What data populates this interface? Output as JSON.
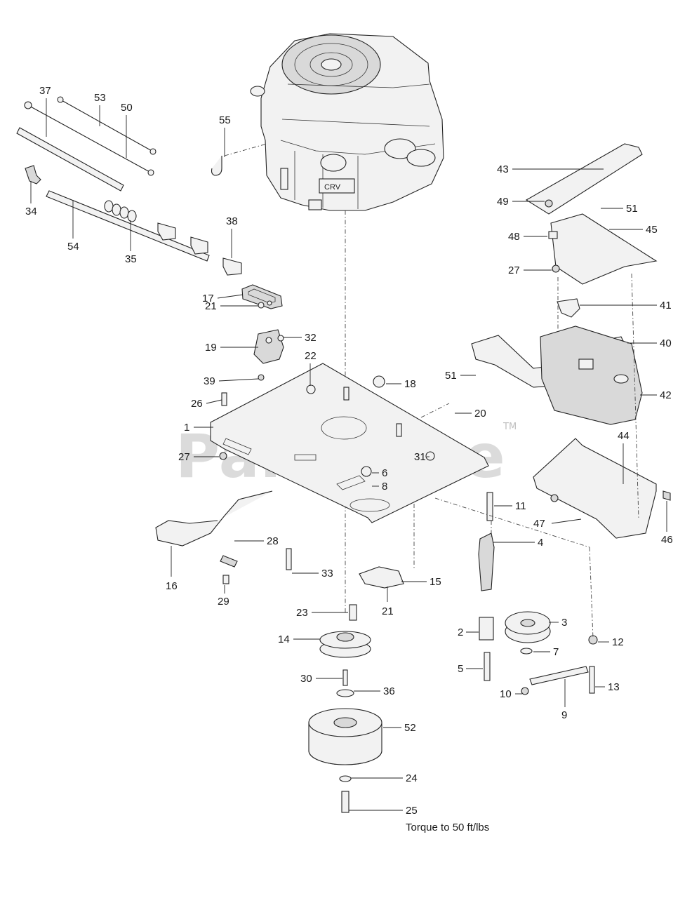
{
  "watermark": {
    "text": "PartsTree",
    "tm": "TM"
  },
  "note": "Torque to 50 ft/lbs",
  "callouts": {
    "c1": "1",
    "c2": "2",
    "c3": "3",
    "c4": "4",
    "c5": "5",
    "c6": "6",
    "c7": "7",
    "c8": "8",
    "c9": "9",
    "c10": "10",
    "c11": "11",
    "c12": "12",
    "c13": "13",
    "c14": "14",
    "c15": "15",
    "c16": "16",
    "c17": "17",
    "c18": "18",
    "c19": "19",
    "c20": "20",
    "c21a": "21",
    "c21b": "21",
    "c22": "22",
    "c23": "23",
    "c24": "24",
    "c25": "25",
    "c26": "26",
    "c27a": "27",
    "c27b": "27",
    "c28": "28",
    "c29": "29",
    "c30": "30",
    "c31": "31",
    "c32": "32",
    "c33": "33",
    "c34": "34",
    "c35": "35",
    "c36": "36",
    "c37": "37",
    "c38": "38",
    "c39": "39",
    "c40": "40",
    "c41": "41",
    "c42": "42",
    "c43": "43",
    "c44": "44",
    "c45": "45",
    "c46": "46",
    "c47": "47",
    "c48": "48",
    "c49": "49",
    "c50": "50",
    "c51a": "51",
    "c51b": "51",
    "c52": "52",
    "c53": "53",
    "c54": "54",
    "c55": "55"
  },
  "engine_logo": "CRV"
}
